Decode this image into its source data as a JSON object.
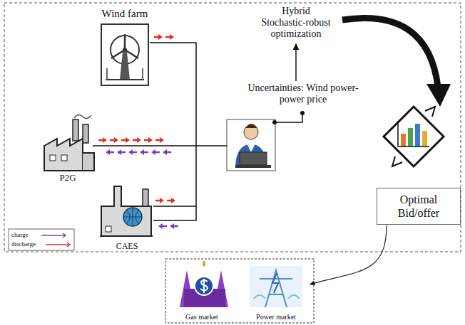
{
  "diagram": {
    "nodes": [
      {
        "text": [
          "Wind farm"
        ]
      },
      {
        "text": [
          "P2G"
        ]
      },
      {
        "text": [
          "CAES"
        ]
      },
      {
        "text": [
          "Optimal Bid/offer"
        ]
      },
      {
        "text": [
          "Gas market"
        ]
      },
      {
        "text": [
          "Power market"
        ]
      }
    ],
    "edges": [
      {
        "from": 3,
        "to": 5,
        "arrow": "to"
      }
    ],
    "labels": [
      "Hybrid",
      "Stochastic-robust optimization",
      "Uncertainties: Wind power- power price"
    ],
    "legend": [
      {
        "text": "charge"
      },
      {
        "text": "discharge"
      }
    ]
  }
}
